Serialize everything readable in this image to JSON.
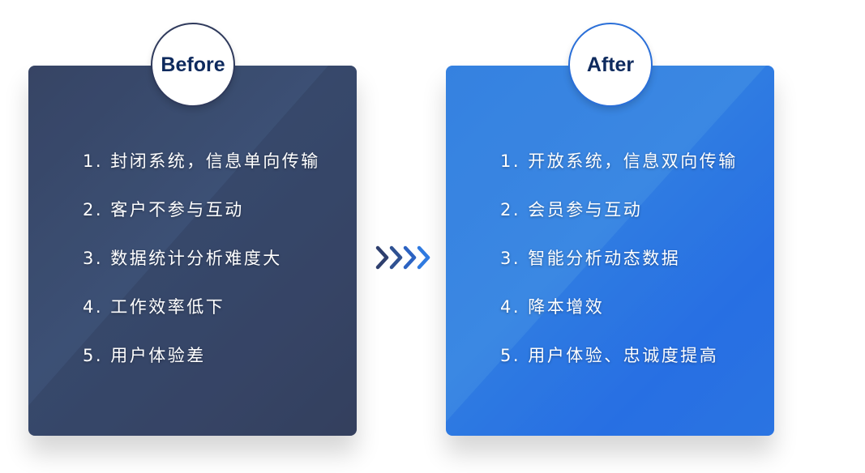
{
  "before": {
    "title": "Before",
    "items": [
      "1. 封闭系统，信息单向传输",
      "2. 客户不参与互动",
      "3. 数据统计分析难度大",
      "4. 工作效率低下",
      "5. 用户体验差"
    ],
    "color": "#36415f"
  },
  "after": {
    "title": "After",
    "items": [
      "1. 开放系统，信息双向传输",
      "2. 会员参与互动",
      "3. 智能分析动态数据",
      "4. 降本增效",
      "5. 用户体验、忠诚度提高"
    ],
    "color": "#2f7ddf"
  },
  "connector": {
    "icon": "chevrons-right-icon",
    "colors": [
      "#2e3f6e",
      "#2f5192",
      "#2c63c2",
      "#2f7ae0"
    ]
  }
}
